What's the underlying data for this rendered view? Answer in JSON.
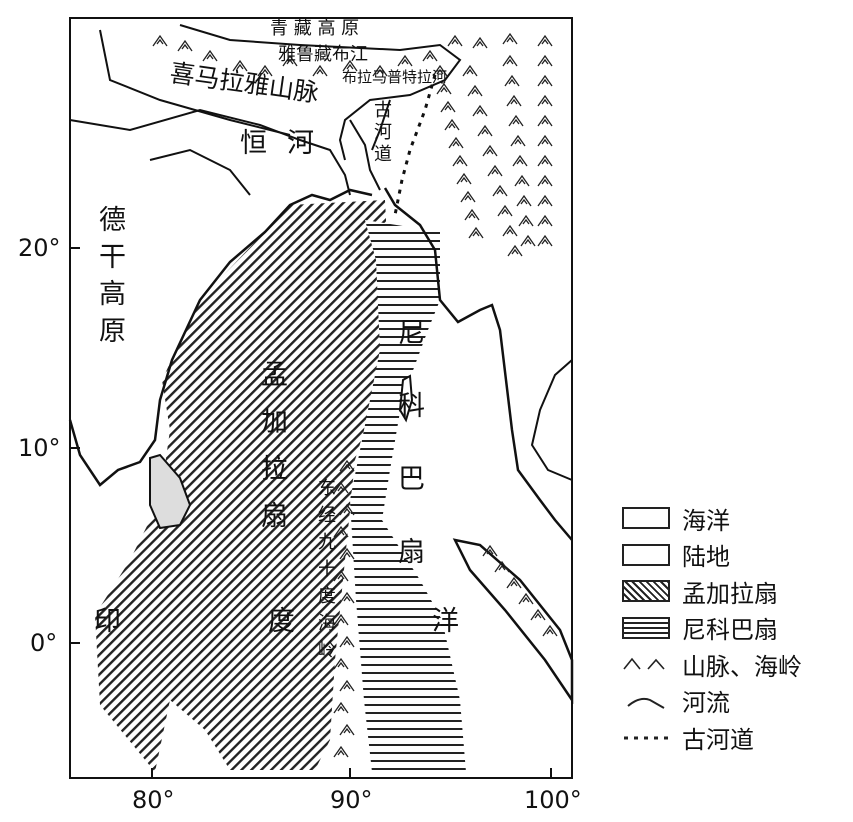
{
  "map": {
    "labels": {
      "tibet_plateau": "青 藏 高 原",
      "yarlung_tsangpo": "雅鲁藏布江",
      "himalaya": "喜马拉雅山脉",
      "brahmaputra": "布拉马普特拉河",
      "paleo_channel": "古河道",
      "ganges": "恒河",
      "deccan": "德干高原",
      "bengal_fan": "孟加拉扇",
      "nicobar_fan": "尼科巴扇",
      "ninety_east_ridge": "东经九十度海岭",
      "indian_ocean_1": "印",
      "indian_ocean_2": "度",
      "indian_ocean_3": "洋"
    },
    "lat_ticks": [
      "20°",
      "10°",
      "0°"
    ],
    "lon_ticks": [
      "80°",
      "90°",
      "100°"
    ]
  },
  "legend": [
    {
      "symbol": "ocean",
      "label": "海洋"
    },
    {
      "symbol": "land",
      "label": "陆地"
    },
    {
      "symbol": "bengal-fan",
      "label": "孟加拉扇"
    },
    {
      "symbol": "nicobar-fan",
      "label": "尼科巴扇"
    },
    {
      "symbol": "mountain",
      "label": "山脉、海岭"
    },
    {
      "symbol": "river",
      "label": "河流"
    },
    {
      "symbol": "paleo-channel",
      "label": "古河道"
    }
  ]
}
